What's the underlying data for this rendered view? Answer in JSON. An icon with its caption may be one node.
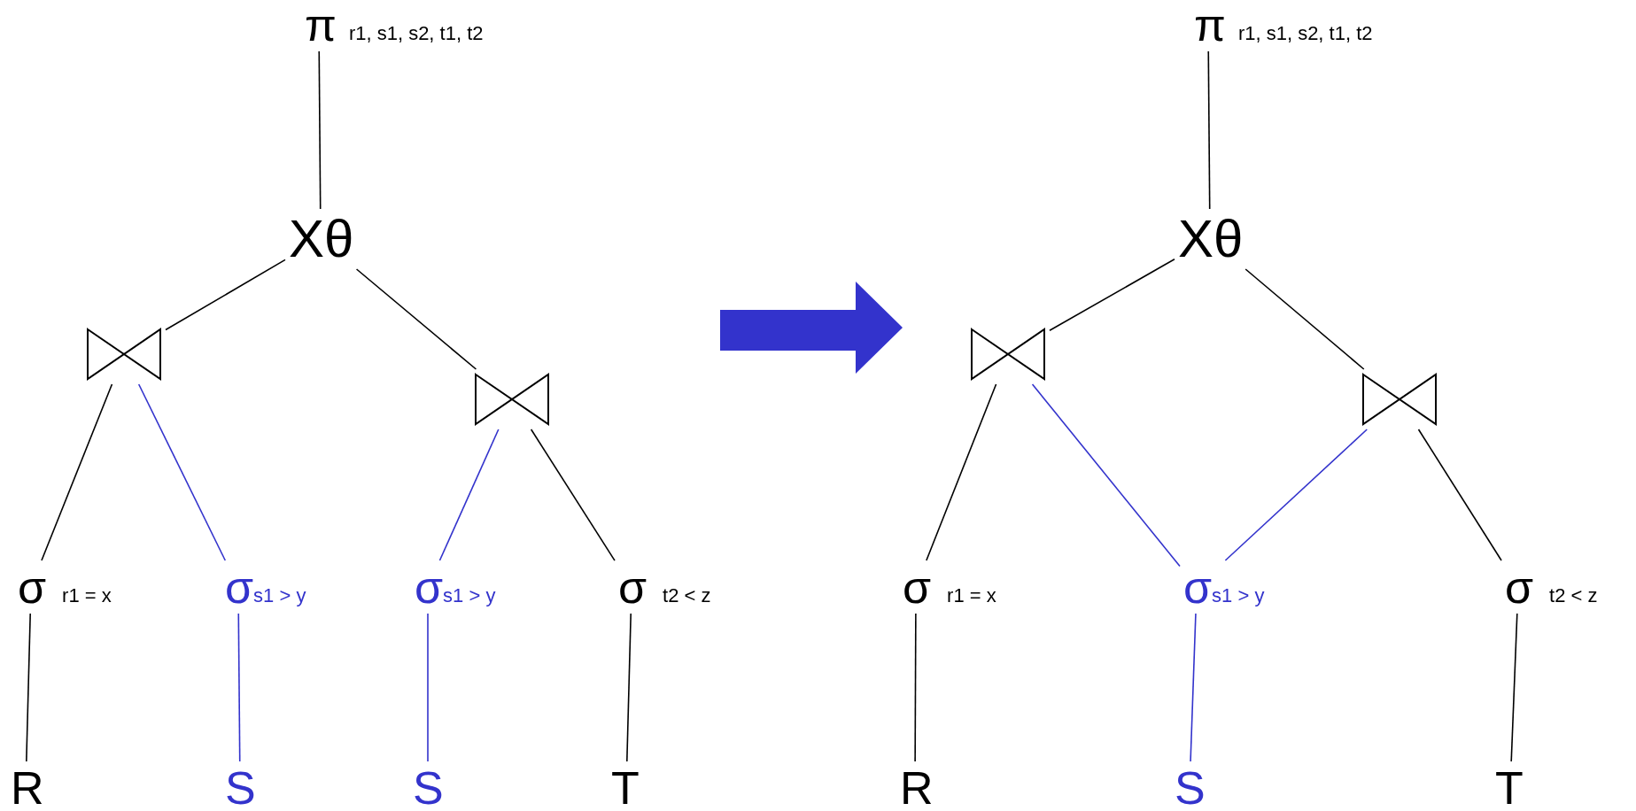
{
  "diagram": {
    "nodes": [
      {
        "text": [
          "π$_{r1, s1, s2, t1, t2}$"
        ]
      },
      {
        "text": [
          "Xθ"
        ]
      },
      {
        "text": [],
        "shape": "bowtie"
      },
      {
        "text": [],
        "shape": "bowtie"
      },
      {
        "text": [
          "σ$_{r1 = x}$"
        ]
      },
      {
        "text": [
          "σ$_{s1 > y}$"
        ]
      },
      {
        "text": [
          "σ$_{s1 > y}$"
        ]
      },
      {
        "text": [
          "σ$_{t2 < z}$"
        ]
      },
      {
        "text": [
          "R"
        ]
      },
      {
        "text": [
          "S"
        ]
      },
      {
        "text": [
          "S"
        ]
      },
      {
        "text": [
          "T"
        ]
      },
      {
        "text": [
          "π$_{r1, s1, s2, t1, t2}$"
        ]
      },
      {
        "text": [
          "Xθ"
        ]
      },
      {
        "text": [],
        "shape": "bowtie"
      },
      {
        "text": [],
        "shape": "bowtie"
      },
      {
        "text": [
          "σ$_{r1 = x}$"
        ]
      },
      {
        "text": [
          "σ$_{s1 > y}$"
        ]
      },
      {
        "text": [
          "σ$_{t2 < z}$"
        ]
      },
      {
        "text": [
          "R"
        ]
      },
      {
        "text": [
          "S"
        ]
      },
      {
        "text": [
          "T"
        ]
      }
    ],
    "edges": [
      {
        "from": 0,
        "to": 1,
        "arrow": "none"
      },
      {
        "from": 1,
        "to": 2,
        "arrow": "none"
      },
      {
        "from": 1,
        "to": 3,
        "arrow": "none"
      },
      {
        "from": 2,
        "to": 4,
        "arrow": "none"
      },
      {
        "from": 2,
        "to": 5,
        "arrow": "none",
        "color": "#3333cc"
      },
      {
        "from": 3,
        "to": 6,
        "arrow": "none",
        "color": "#3333cc"
      },
      {
        "from": 3,
        "to": 7,
        "arrow": "none"
      },
      {
        "from": 4,
        "to": 8,
        "arrow": "none"
      },
      {
        "from": 5,
        "to": 9,
        "arrow": "none",
        "color": "#3333cc"
      },
      {
        "from": 6,
        "to": 10,
        "arrow": "none",
        "color": "#3333cc"
      },
      {
        "from": 7,
        "to": 11,
        "arrow": "none"
      },
      {
        "from": 12,
        "to": 13,
        "arrow": "none"
      },
      {
        "from": 13,
        "to": 14,
        "arrow": "none"
      },
      {
        "from": 13,
        "to": 15,
        "arrow": "none"
      },
      {
        "from": 14,
        "to": 16,
        "arrow": "none"
      },
      {
        "from": 14,
        "to": 17,
        "arrow": "none",
        "color": "#3333cc"
      },
      {
        "from": 15,
        "to": 17,
        "arrow": "none",
        "color": "#3333cc"
      },
      {
        "from": 15,
        "to": 18,
        "arrow": "none"
      },
      {
        "from": 16,
        "to": 19,
        "arrow": "none"
      },
      {
        "from": 17,
        "to": 20,
        "arrow": "none",
        "color": "#3333cc"
      },
      {
        "from": 18,
        "to": 21,
        "arrow": "none"
      }
    ]
  }
}
